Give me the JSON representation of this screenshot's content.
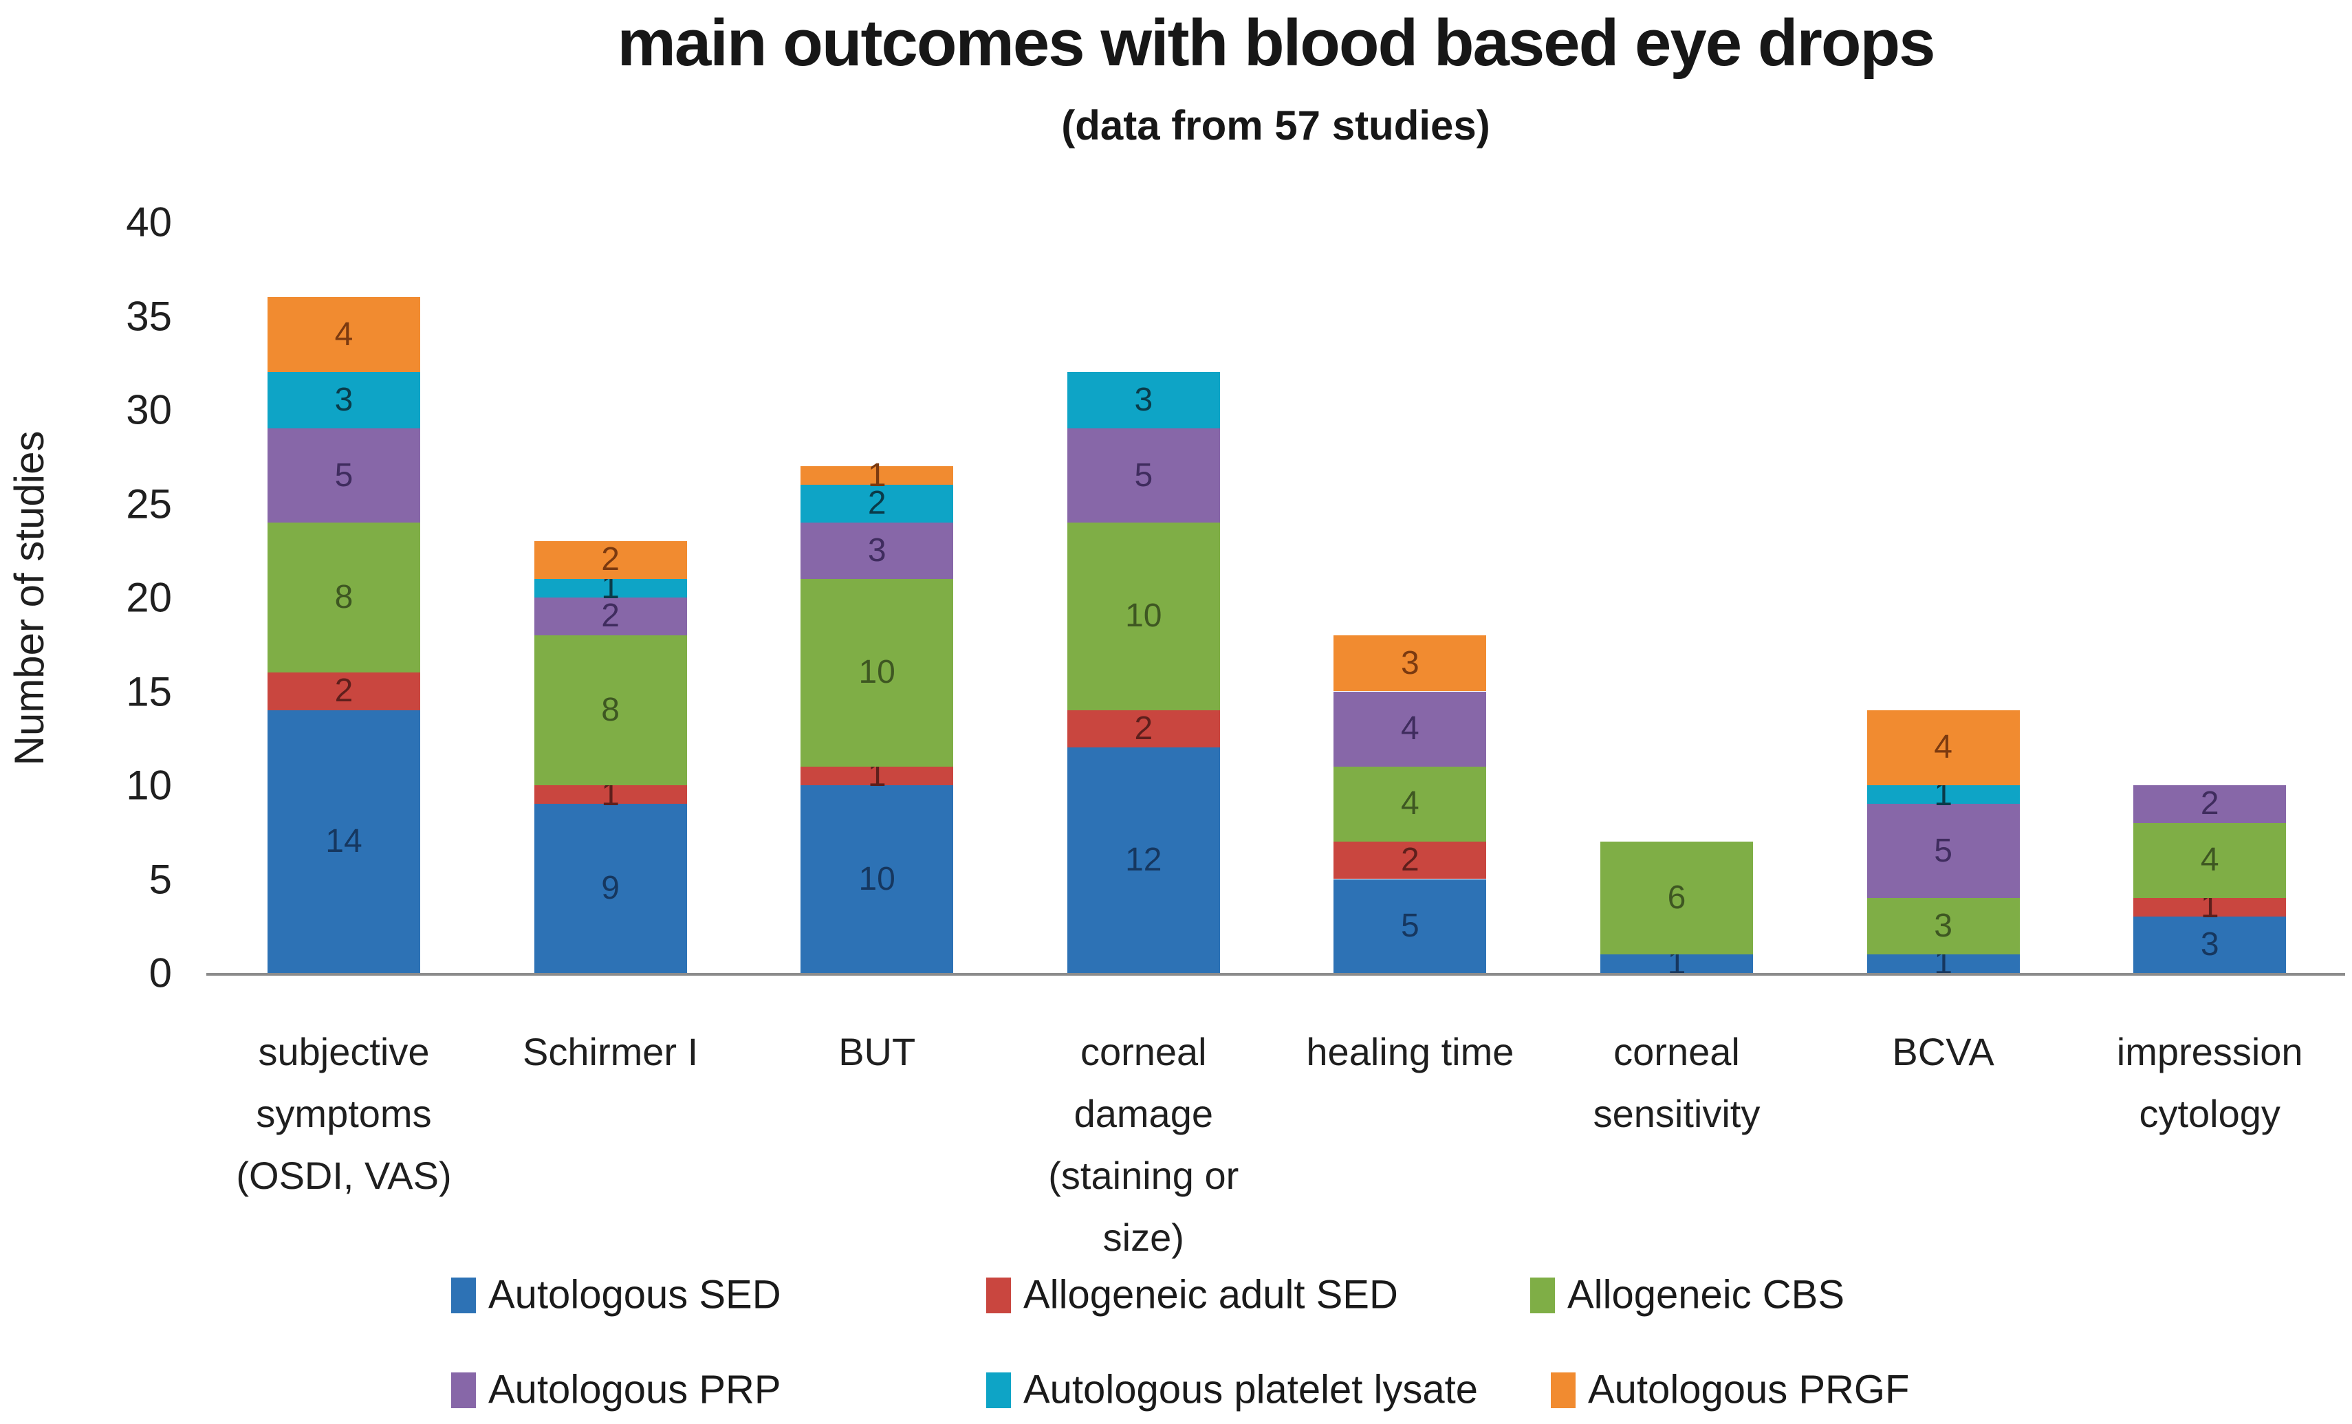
{
  "title": "main outcomes with blood based eye drops",
  "subtitle": "(data from 57 studies)",
  "chart_data": {
    "type": "bar",
    "stacked": true,
    "title": "main outcomes with blood based eye drops",
    "subtitle": "(data from 57 studies)",
    "xlabel": "",
    "ylabel": "Number of studies",
    "ylim": [
      0,
      40
    ],
    "yticks": [
      0,
      5,
      10,
      15,
      20,
      25,
      30,
      35,
      40
    ],
    "grid": false,
    "legend_position": "bottom",
    "axis_color": "#8c8c8c",
    "text_color": "#1f1f1f",
    "categories": [
      "subjective symptoms (OSDI, VAS)",
      "Schirmer I",
      "BUT",
      "corneal damage (staining or size)",
      "healing time",
      "corneal sensitivity",
      "BCVA",
      "impression cytology"
    ],
    "category_label_lines": [
      [
        "subjective",
        "symptoms",
        "(OSDI, VAS)"
      ],
      [
        "Schirmer I"
      ],
      [
        "BUT"
      ],
      [
        "corneal",
        "damage",
        "(staining or",
        "size)"
      ],
      [
        "healing time"
      ],
      [
        "corneal",
        "sensitivity"
      ],
      [
        "BCVA"
      ],
      [
        "impression",
        "cytology"
      ]
    ],
    "series": [
      {
        "name": "Autologous SED",
        "color": "#2d72b5",
        "label_color": "#16375f",
        "values": [
          14,
          9,
          10,
          12,
          5,
          1,
          1,
          3
        ]
      },
      {
        "name": "Allogeneic adult SED",
        "color": "#c9463f",
        "label_color": "#5e1f1c",
        "values": [
          2,
          1,
          1,
          2,
          2,
          0,
          0,
          1
        ]
      },
      {
        "name": "Allogeneic CBS",
        "color": "#7fae46",
        "label_color": "#3e5722",
        "values": [
          8,
          8,
          10,
          10,
          4,
          6,
          3,
          4
        ]
      },
      {
        "name": "Autologous PRP",
        "color": "#8767a8",
        "label_color": "#3f2c5e",
        "values": [
          5,
          2,
          3,
          5,
          4,
          0,
          5,
          2
        ]
      },
      {
        "name": "Autologous platelet lysate",
        "color": "#0ea4c6",
        "label_color": "#0a3b49",
        "values": [
          3,
          1,
          2,
          3,
          0,
          0,
          1,
          0
        ]
      },
      {
        "name": "Autologous PRGF",
        "color": "#f18b30",
        "label_color": "#7b3a10",
        "values": [
          4,
          2,
          1,
          0,
          3,
          0,
          4,
          0
        ]
      }
    ],
    "totals": [
      36,
      23,
      27,
      32,
      18,
      7,
      14,
      10
    ]
  }
}
